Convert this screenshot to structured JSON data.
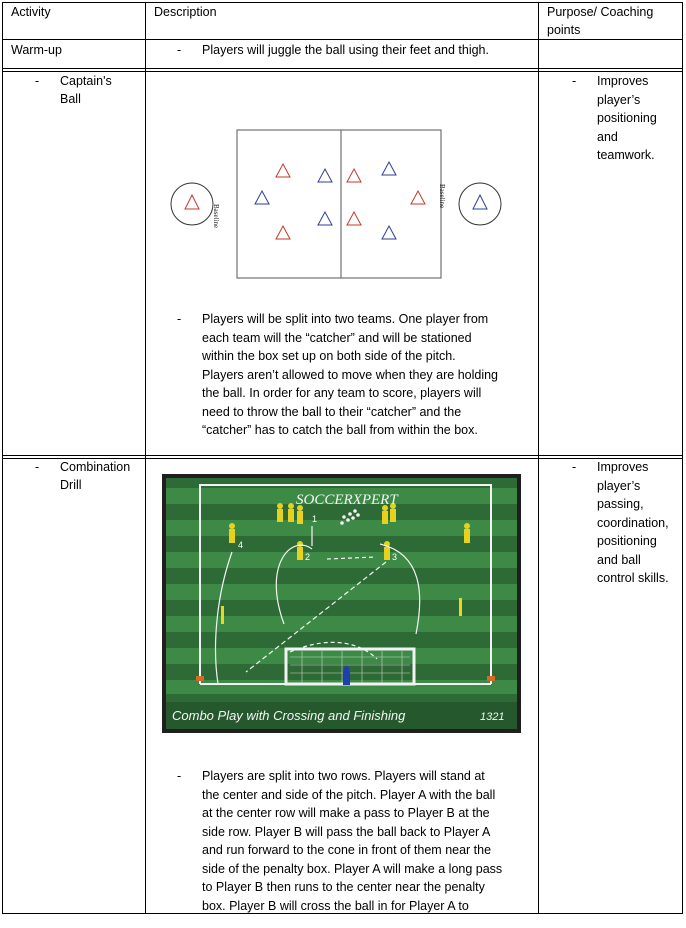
{
  "header": {
    "activity": "Activity",
    "description": "Description",
    "purpose_line1": "Purpose/ Coaching",
    "purpose_line2": "points"
  },
  "rows": [
    {
      "activity": "Warm-up",
      "description_line": "Players will juggle the ball using their feet and thigh."
    },
    {
      "activity_line1": "Captain's",
      "activity_line2": "Ball",
      "diagram": {
        "baseline_left": "Baseline",
        "baseline_right": "Baseline",
        "team_colors": {
          "red": "#c0392b",
          "blue": "#2c3e99"
        }
      },
      "description_lines": [
        "Players will be split into two teams. One player from",
        "each team will the “catcher” and will be stationed",
        "within the box set up on both side of the pitch.",
        "Players aren’t allowed to move when they are holding",
        "the ball. In order for any team to score, players will",
        "need to throw the ball to their “catcher” and the",
        "“catcher” has to catch the ball from within the box."
      ],
      "purpose_lines": [
        "Improves",
        "player’s",
        "positioning",
        "and",
        "teamwork."
      ]
    },
    {
      "activity_line1": "Combination",
      "activity_line2": "Drill",
      "image": {
        "brand": "SOCCERXPERT",
        "caption": "Combo Play with Crossing and Finishing",
        "code": "1321",
        "player_numbers": [
          "1",
          "2",
          "3",
          "4"
        ]
      },
      "description_lines": [
        "Players are split into two rows. Players will stand at",
        "the center and side of the pitch. Player A with the ball",
        "at the center row will make a pass to Player B at the",
        "side row. Player B will pass the ball back to Player A",
        "and run forward to the cone in front of them near the",
        "side of the penalty box. Player A will make a long pass",
        "to Player B then runs to the center near the penalty",
        "box. Player B will cross the ball in for Player A to"
      ],
      "purpose_lines": [
        "Improves",
        "player’s",
        "passing,",
        "coordination,",
        "positioning",
        "and ball",
        "control skills."
      ]
    }
  ],
  "bullet": "-"
}
